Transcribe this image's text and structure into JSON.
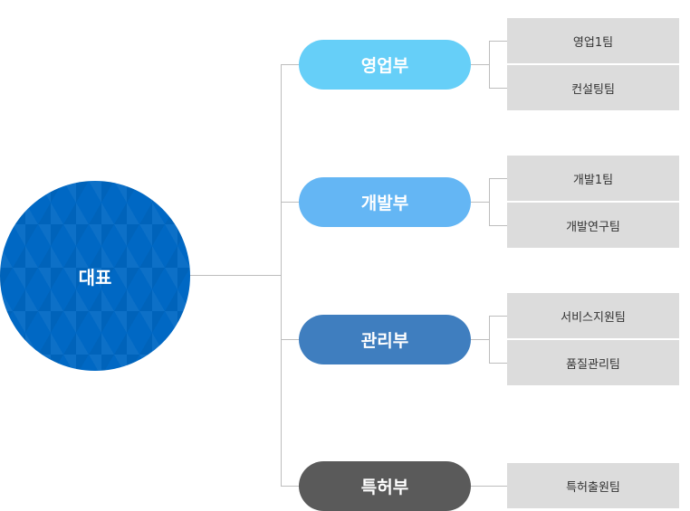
{
  "ceo": {
    "label": "대표",
    "color": "#0068c4"
  },
  "departments": [
    {
      "label": "영업부",
      "color": "#66cff8",
      "teams": [
        "영업1팀",
        "컨설팅팀"
      ]
    },
    {
      "label": "개발부",
      "color": "#64b6f4",
      "teams": [
        "개발1팀",
        "개발연구팀"
      ]
    },
    {
      "label": "관리부",
      "color": "#3f7ebf",
      "teams": [
        "서비스지원팀",
        "품질관리팀"
      ]
    },
    {
      "label": "특허부",
      "color": "#5a5a5a",
      "teams": [
        "특허출원팀"
      ]
    }
  ]
}
